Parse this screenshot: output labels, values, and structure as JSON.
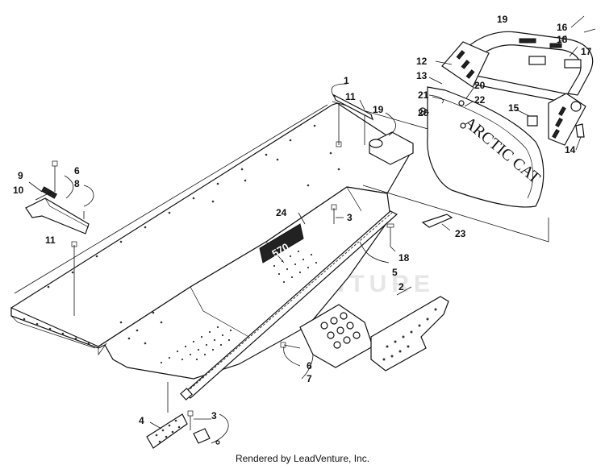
{
  "watermark": "LEADVENTURE",
  "footer": "Rendered by LeadVenture, Inc.",
  "bumper_text": "ARCTIC CAT",
  "badge_text": "570",
  "callouts": [
    "1",
    "11",
    "19",
    "16",
    "18",
    "17",
    "12",
    "13",
    "21",
    "20",
    "20",
    "22",
    "15",
    "14",
    "9",
    "6",
    "10",
    "8",
    "11",
    "24",
    "3",
    "23",
    "18",
    "5",
    "2",
    "6",
    "7",
    "4",
    "3",
    "19"
  ]
}
